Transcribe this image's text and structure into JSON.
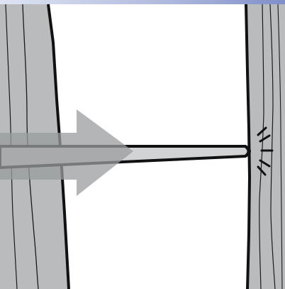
{
  "diagram": {
    "colors": {
      "background": "#ffffff",
      "panel_fill": "#b9bbbd",
      "grain_line": "#1a1a1a",
      "outline": "#111111",
      "arrow_fill": "#9a9c9e",
      "arrow_opacity": 0.75,
      "rod_fill": "#d2d3d5",
      "top_bar_start": "#dfe4f4",
      "top_bar_end": "#7f8ec9"
    },
    "elements": {
      "left_panel": "wood-panel",
      "right_panel": "wood-panel",
      "rod": "rod",
      "arrow": "right-arrow",
      "impact_marks": "impact-burst"
    }
  }
}
